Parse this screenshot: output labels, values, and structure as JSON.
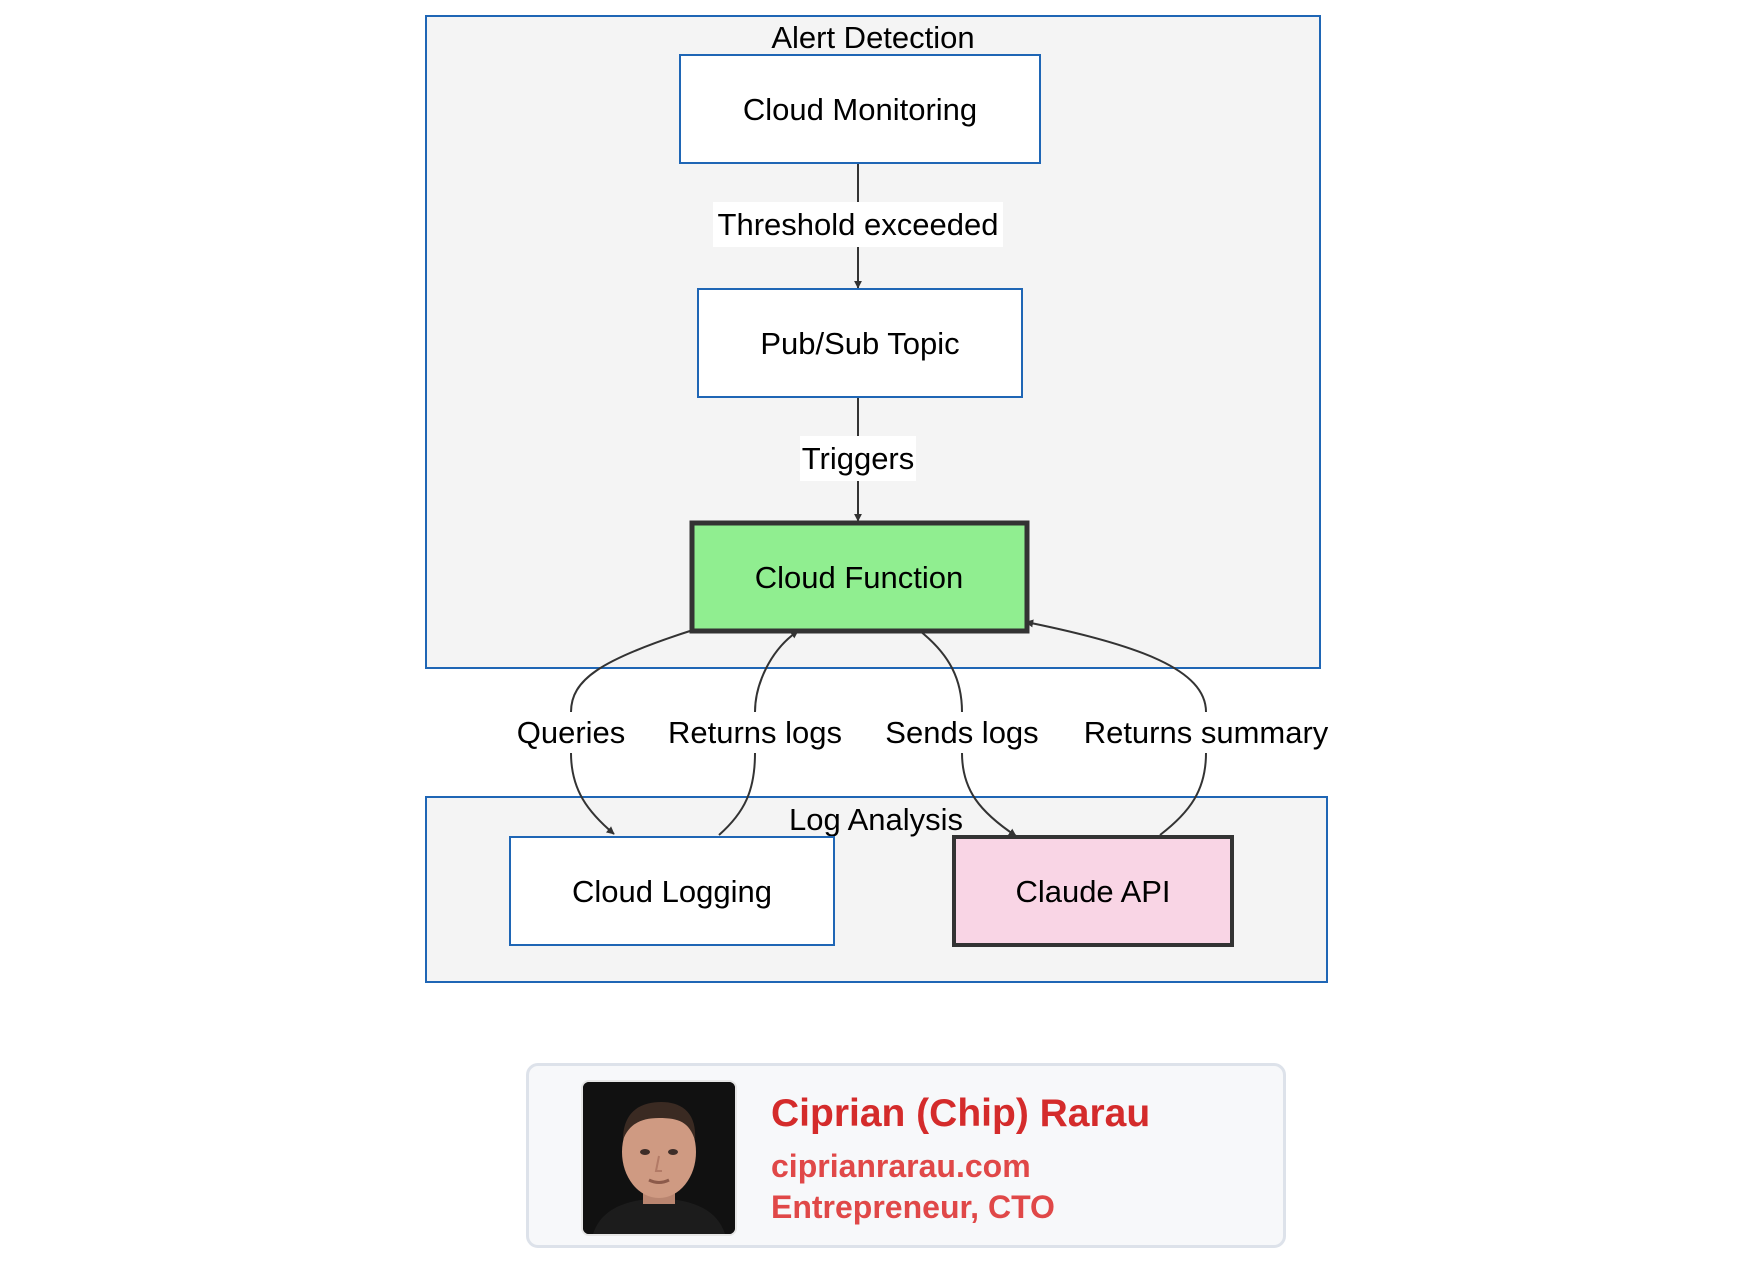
{
  "diagram": {
    "clusters": {
      "alert_detection": {
        "label": "Alert Detection"
      },
      "log_analysis": {
        "label": "Log Analysis"
      }
    },
    "nodes": {
      "cloud_monitoring": {
        "label": "Cloud Monitoring"
      },
      "pubsub_topic": {
        "label": "Pub/Sub Topic"
      },
      "cloud_function": {
        "label": "Cloud Function",
        "fill": "#90ee90"
      },
      "cloud_logging": {
        "label": "Cloud Logging"
      },
      "claude_api": {
        "label": "Claude API",
        "fill": "#f9d5e5"
      }
    },
    "edges": {
      "threshold_exceeded": {
        "label": "Threshold exceeded",
        "from": "Cloud Monitoring",
        "to": "Pub/Sub Topic"
      },
      "triggers": {
        "label": "Triggers",
        "from": "Pub/Sub Topic",
        "to": "Cloud Function"
      },
      "queries": {
        "label": "Queries",
        "from": "Cloud Function",
        "to": "Cloud Logging"
      },
      "returns_logs": {
        "label": "Returns logs",
        "from": "Cloud Logging",
        "to": "Cloud Function"
      },
      "sends_logs": {
        "label": "Sends logs",
        "from": "Cloud Function",
        "to": "Claude API"
      },
      "returns_summary": {
        "label": "Returns summary",
        "from": "Claude API",
        "to": "Cloud Function"
      }
    },
    "colors": {
      "cluster_border": "#1f66b5",
      "cluster_fill": "#f4f4f4",
      "edge": "#333333"
    }
  },
  "author_card": {
    "name": "Ciprian (Chip) Rarau",
    "website": "ciprianrarau.com",
    "role": "Entrepreneur, CTO",
    "name_color": "#d42b2b",
    "detail_color": "#e04848"
  }
}
